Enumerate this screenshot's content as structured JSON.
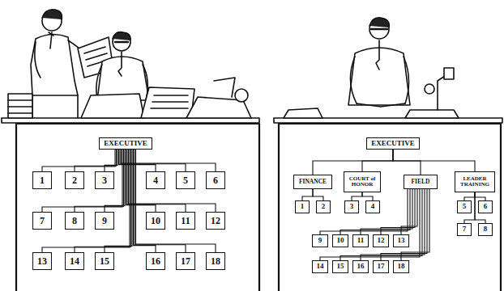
{
  "diagram": {
    "nodes": [
      {
        "text": [
          "EXECUTIVE"
        ]
      },
      {
        "text": [
          "1"
        ]
      },
      {
        "text": [
          "2"
        ]
      },
      {
        "text": [
          "3"
        ]
      },
      {
        "text": [
          "4"
        ]
      },
      {
        "text": [
          "5"
        ]
      },
      {
        "text": [
          "6"
        ]
      },
      {
        "text": [
          "7"
        ]
      },
      {
        "text": [
          "8"
        ]
      },
      {
        "text": [
          "9"
        ]
      },
      {
        "text": [
          "10"
        ]
      },
      {
        "text": [
          "11"
        ]
      },
      {
        "text": [
          "12"
        ]
      },
      {
        "text": [
          "13"
        ]
      },
      {
        "text": [
          "14"
        ]
      },
      {
        "text": [
          "15"
        ]
      },
      {
        "text": [
          "16"
        ]
      },
      {
        "text": [
          "17"
        ]
      },
      {
        "text": [
          "18"
        ]
      },
      {
        "text": [
          "EXECUTIVE"
        ]
      },
      {
        "text": [
          "FINANCE"
        ]
      },
      {
        "text": [
          "COURT of HONOR"
        ]
      },
      {
        "text": [
          "FIELD"
        ]
      },
      {
        "text": [
          "LEADER TRAINING"
        ]
      },
      {
        "text": [
          "1"
        ]
      },
      {
        "text": [
          "2"
        ]
      },
      {
        "text": [
          "3"
        ]
      },
      {
        "text": [
          "4"
        ]
      },
      {
        "text": [
          "5"
        ]
      },
      {
        "text": [
          "6"
        ]
      },
      {
        "text": [
          "7"
        ]
      },
      {
        "text": [
          "8"
        ]
      },
      {
        "text": [
          "9"
        ]
      },
      {
        "text": [
          "10"
        ]
      },
      {
        "text": [
          "11"
        ]
      },
      {
        "text": [
          "12"
        ]
      },
      {
        "text": [
          "13"
        ]
      },
      {
        "text": [
          "14"
        ]
      },
      {
        "text": [
          "15"
        ]
      },
      {
        "text": [
          "16"
        ]
      },
      {
        "text": [
          "17"
        ]
      },
      {
        "text": [
          "18"
        ]
      }
    ],
    "edges": [
      {
        "from": 0,
        "to": 1,
        "arrow": "none"
      },
      {
        "from": 0,
        "to": 2,
        "arrow": "none"
      },
      {
        "from": 0,
        "to": 3,
        "arrow": "none"
      },
      {
        "from": 0,
        "to": 4,
        "arrow": "none"
      },
      {
        "from": 0,
        "to": 5,
        "arrow": "none"
      },
      {
        "from": 0,
        "to": 6,
        "arrow": "none"
      },
      {
        "from": 0,
        "to": 7,
        "arrow": "none"
      },
      {
        "from": 0,
        "to": 8,
        "arrow": "none"
      },
      {
        "from": 0,
        "to": 9,
        "arrow": "none"
      },
      {
        "from": 0,
        "to": 10,
        "arrow": "none"
      },
      {
        "from": 0,
        "to": 11,
        "arrow": "none"
      },
      {
        "from": 0,
        "to": 12,
        "arrow": "none"
      },
      {
        "from": 0,
        "to": 13,
        "arrow": "none"
      },
      {
        "from": 0,
        "to": 14,
        "arrow": "none"
      },
      {
        "from": 0,
        "to": 15,
        "arrow": "none"
      },
      {
        "from": 0,
        "to": 16,
        "arrow": "none"
      },
      {
        "from": 0,
        "to": 17,
        "arrow": "none"
      },
      {
        "from": 0,
        "to": 18,
        "arrow": "none"
      },
      {
        "from": 19,
        "to": 20,
        "arrow": "none"
      },
      {
        "from": 19,
        "to": 21,
        "arrow": "none"
      },
      {
        "from": 19,
        "to": 22,
        "arrow": "none"
      },
      {
        "from": 19,
        "to": 23,
        "arrow": "none"
      },
      {
        "from": 20,
        "to": 24,
        "arrow": "none"
      },
      {
        "from": 20,
        "to": 25,
        "arrow": "none"
      },
      {
        "from": 21,
        "to": 26,
        "arrow": "none"
      },
      {
        "from": 21,
        "to": 27,
        "arrow": "none"
      },
      {
        "from": 23,
        "to": 28,
        "arrow": "none"
      },
      {
        "from": 23,
        "to": 29,
        "arrow": "none"
      },
      {
        "from": 23,
        "to": 30,
        "arrow": "none"
      },
      {
        "from": 23,
        "to": 31,
        "arrow": "none"
      },
      {
        "from": 22,
        "to": 32,
        "arrow": "none"
      },
      {
        "from": 22,
        "to": 33,
        "arrow": "none"
      },
      {
        "from": 22,
        "to": 34,
        "arrow": "none"
      },
      {
        "from": 22,
        "to": 35,
        "arrow": "none"
      },
      {
        "from": 22,
        "to": 36,
        "arrow": "none"
      },
      {
        "from": 22,
        "to": 37,
        "arrow": "none"
      },
      {
        "from": 22,
        "to": 38,
        "arrow": "none"
      },
      {
        "from": 22,
        "to": 39,
        "arrow": "none"
      },
      {
        "from": 22,
        "to": 40,
        "arrow": "none"
      },
      {
        "from": 22,
        "to": 41,
        "arrow": "none"
      }
    ]
  }
}
